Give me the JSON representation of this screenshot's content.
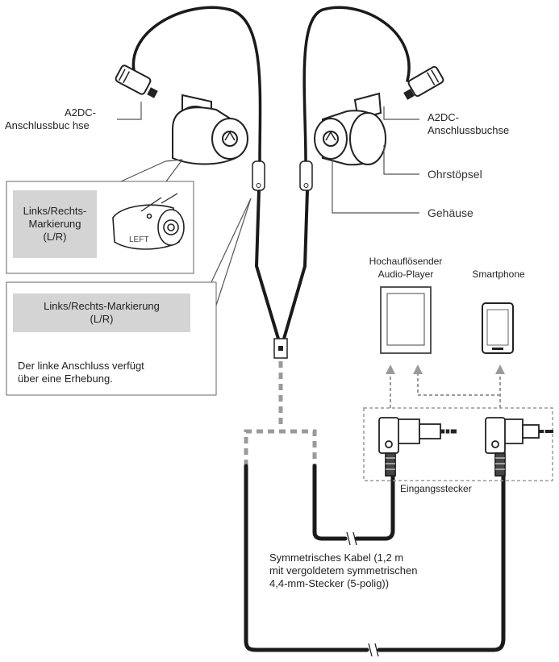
{
  "labels": {
    "left_connector": [
      "A2DC-",
      "Anschlussbuc hse"
    ],
    "right_connector": [
      "A2DC-",
      "Anschlussbuchse"
    ],
    "eartip": "Ohrstöpsel",
    "housing": "Gehäuse",
    "lr_marking_upper": [
      "Links/Rechts-",
      "Markierung",
      "(L/R)"
    ],
    "lr_marking_lower": [
      "Links/Rechts-Markierung",
      "(L/R)"
    ],
    "left_note": [
      "Der linke Anschluss verfügt",
      "über eine Erhebung."
    ],
    "player": [
      "Hochauflösender",
      "Audio-Player"
    ],
    "smartphone": "Smartphone",
    "input_plug": "Eingangsstecker",
    "cable": [
      "Symmetrisches Kabel (1,2 m",
      "mit vergoldetem symmetrischen",
      "4,4-mm-Stecker (5-polig))"
    ]
  },
  "colors": {
    "cable": "#1a1a1a",
    "dashed": "#9a9a9a",
    "highlight": "#d4d4d4",
    "line": "#555555"
  }
}
